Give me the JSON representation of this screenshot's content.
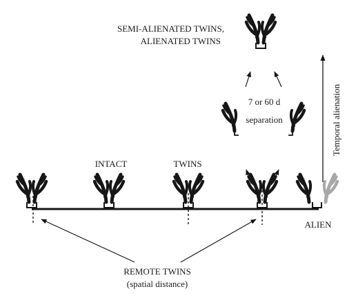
{
  "labels": {
    "top_line1": "SEMI-ALIENATED TWINS,",
    "top_line2": "ALIENATED TWINS",
    "sep_line1": "7 or 60 d",
    "sep_line2": "separation",
    "intact": "INTACT",
    "twins": "TWINS",
    "alien": "ALIEN",
    "remote_line1": "REMOTE TWINS",
    "remote_line2": "(spatial distance)",
    "temporal_axis": "Temporal alienation"
  },
  "colors": {
    "plant": "#161616",
    "alien_plant": "#a8a8a8",
    "text": "#1a1a1a"
  }
}
